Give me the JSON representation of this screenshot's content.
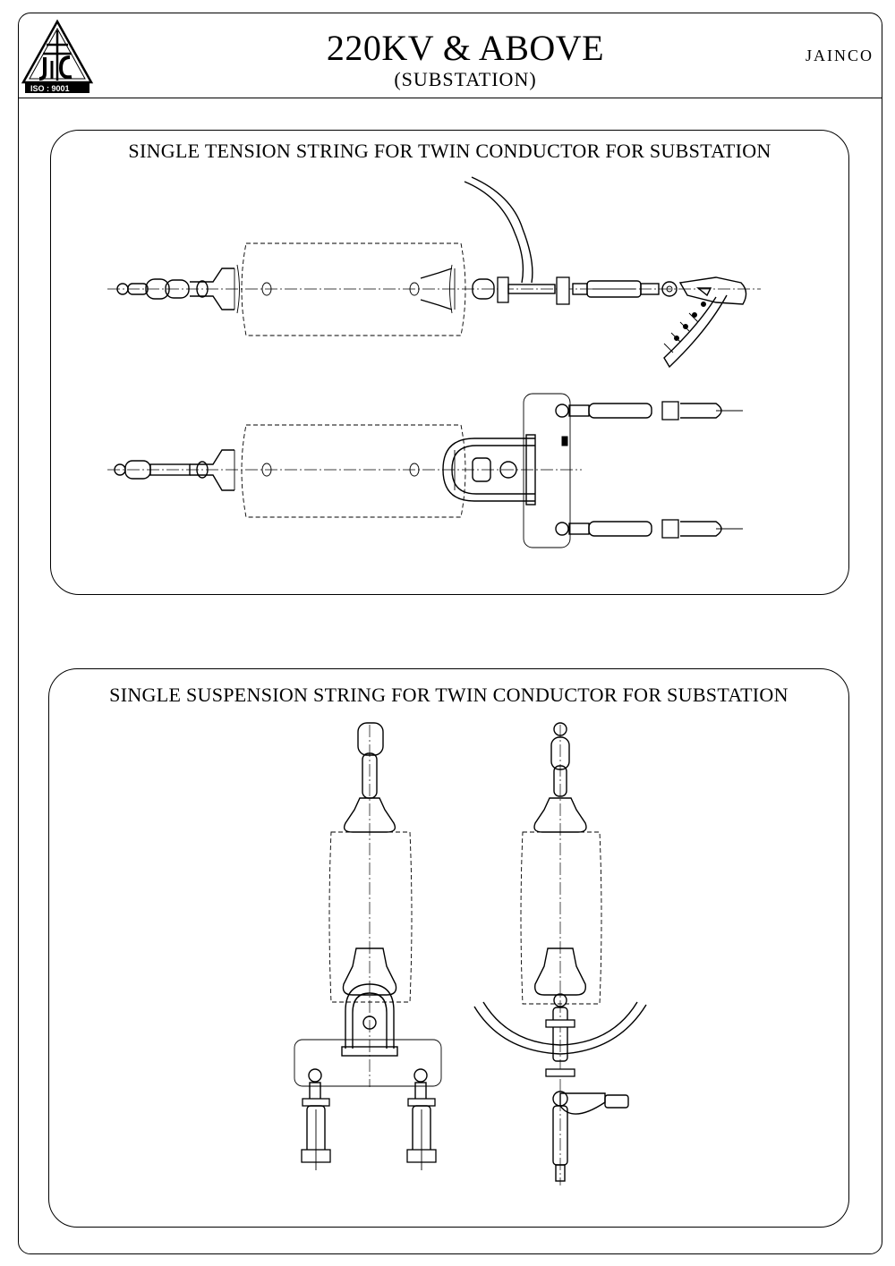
{
  "header": {
    "title": "220KV & ABOVE",
    "subtitle": "(SUBSTATION)",
    "brand": "JAINCO",
    "logo_text": "ISO : 9001",
    "logo_icon": "transmission-tower-logo-icon"
  },
  "sections": [
    {
      "title": "SINGLE TENSION STRING FOR TWIN CONDUCTOR FOR SUBSTATION"
    },
    {
      "title": "SINGLE SUSPENSION STRING FOR TWIN CONDUCTOR FOR SUBSTATION"
    }
  ]
}
